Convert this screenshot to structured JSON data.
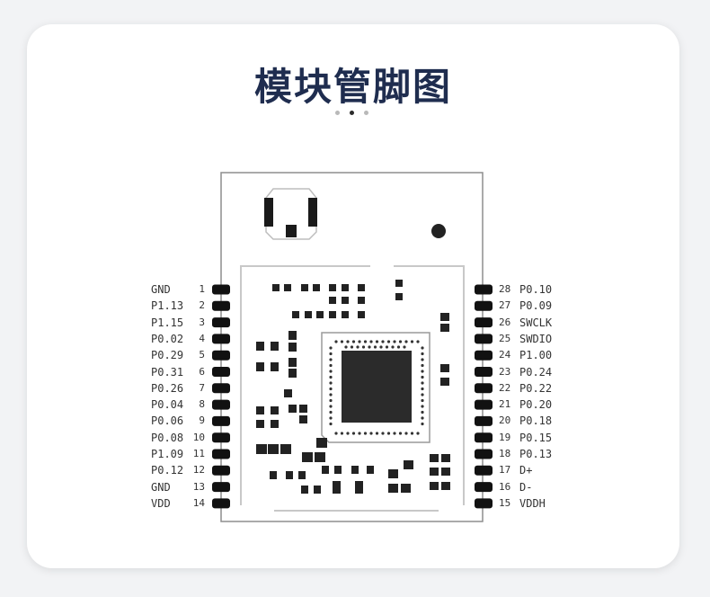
{
  "title": "模块管脚图",
  "pagination": {
    "count": 3,
    "active": 1
  },
  "left_pins": [
    {
      "num": "1",
      "name": "GND"
    },
    {
      "num": "2",
      "name": "P1.13"
    },
    {
      "num": "3",
      "name": "P1.15"
    },
    {
      "num": "4",
      "name": "P0.02"
    },
    {
      "num": "5",
      "name": "P0.29"
    },
    {
      "num": "6",
      "name": "P0.31"
    },
    {
      "num": "7",
      "name": "P0.26"
    },
    {
      "num": "8",
      "name": "P0.04"
    },
    {
      "num": "9",
      "name": "P0.06"
    },
    {
      "num": "10",
      "name": "P0.08"
    },
    {
      "num": "11",
      "name": "P1.09"
    },
    {
      "num": "12",
      "name": "P0.12"
    },
    {
      "num": "13",
      "name": "GND"
    },
    {
      "num": "14",
      "name": "VDD"
    }
  ],
  "right_pins": [
    {
      "num": "28",
      "name": "P0.10"
    },
    {
      "num": "27",
      "name": "P0.09"
    },
    {
      "num": "26",
      "name": "SWCLK"
    },
    {
      "num": "25",
      "name": "SWDIO"
    },
    {
      "num": "24",
      "name": "P1.00"
    },
    {
      "num": "23",
      "name": "P0.24"
    },
    {
      "num": "22",
      "name": "P0.22"
    },
    {
      "num": "21",
      "name": "P0.20"
    },
    {
      "num": "20",
      "name": "P0.18"
    },
    {
      "num": "19",
      "name": "P0.15"
    },
    {
      "num": "18",
      "name": "P0.13"
    },
    {
      "num": "17",
      "name": "D+"
    },
    {
      "num": "16",
      "name": "D-"
    },
    {
      "num": "15",
      "name": "VDDH"
    }
  ]
}
